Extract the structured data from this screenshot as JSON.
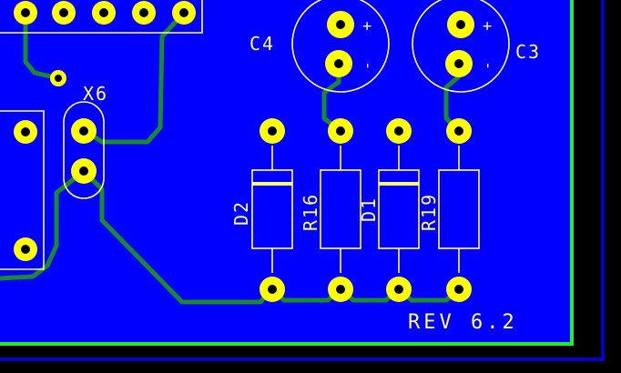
{
  "board": {
    "revision_text": "REV 6.2",
    "colors": {
      "copper_pour": "#0000ff",
      "background": "#000000",
      "trace": "#1a8a2a",
      "outline": "#22ee22",
      "edge": "#0000cc",
      "silkscreen": "#ffff66",
      "pad": "#ffff00",
      "drill": "#000000"
    }
  },
  "components": {
    "c4": {
      "ref": "C4",
      "plus": "+",
      "minus": "-"
    },
    "c3": {
      "ref": "C3",
      "plus": "+",
      "minus": "-"
    },
    "x6": {
      "ref": "X6"
    },
    "d2": {
      "ref": "D2"
    },
    "r16": {
      "ref": "R16"
    },
    "d1": {
      "ref": "D1"
    },
    "r19": {
      "ref": "R19"
    }
  }
}
